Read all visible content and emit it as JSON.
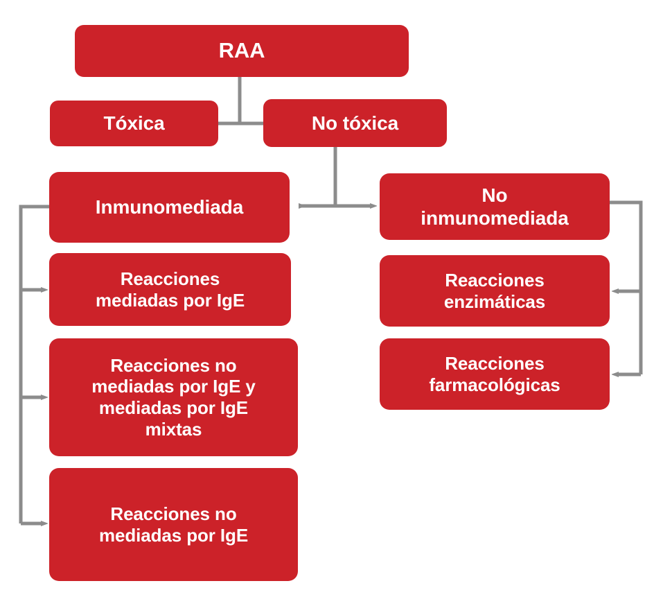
{
  "diagram": {
    "title": "RAA",
    "colors": {
      "box_fill": "#cc2229",
      "box_text": "#ffffff",
      "connector": "#8c8c8c",
      "background": "#ffffff"
    },
    "nodes": {
      "raa": "RAA",
      "toxica": "Tóxica",
      "no_toxica": "No tóxica",
      "inmunomediada": "Inmunomediada",
      "no_inmunomediada": "No\ninmunomediada",
      "reacciones_ige": "Reacciones\nmediadas por IgE",
      "reacciones_enzimaticas": "Reacciones\nenzimáticas",
      "reacciones_mixtas": "Reacciones no\nmediadas por IgE y\nmediadas por IgE\nmixtas",
      "reacciones_farmacologicas": "Reacciones\nfarmacológicas",
      "reacciones_no_ige": "Reacciones no\nmediadas por IgE"
    }
  }
}
